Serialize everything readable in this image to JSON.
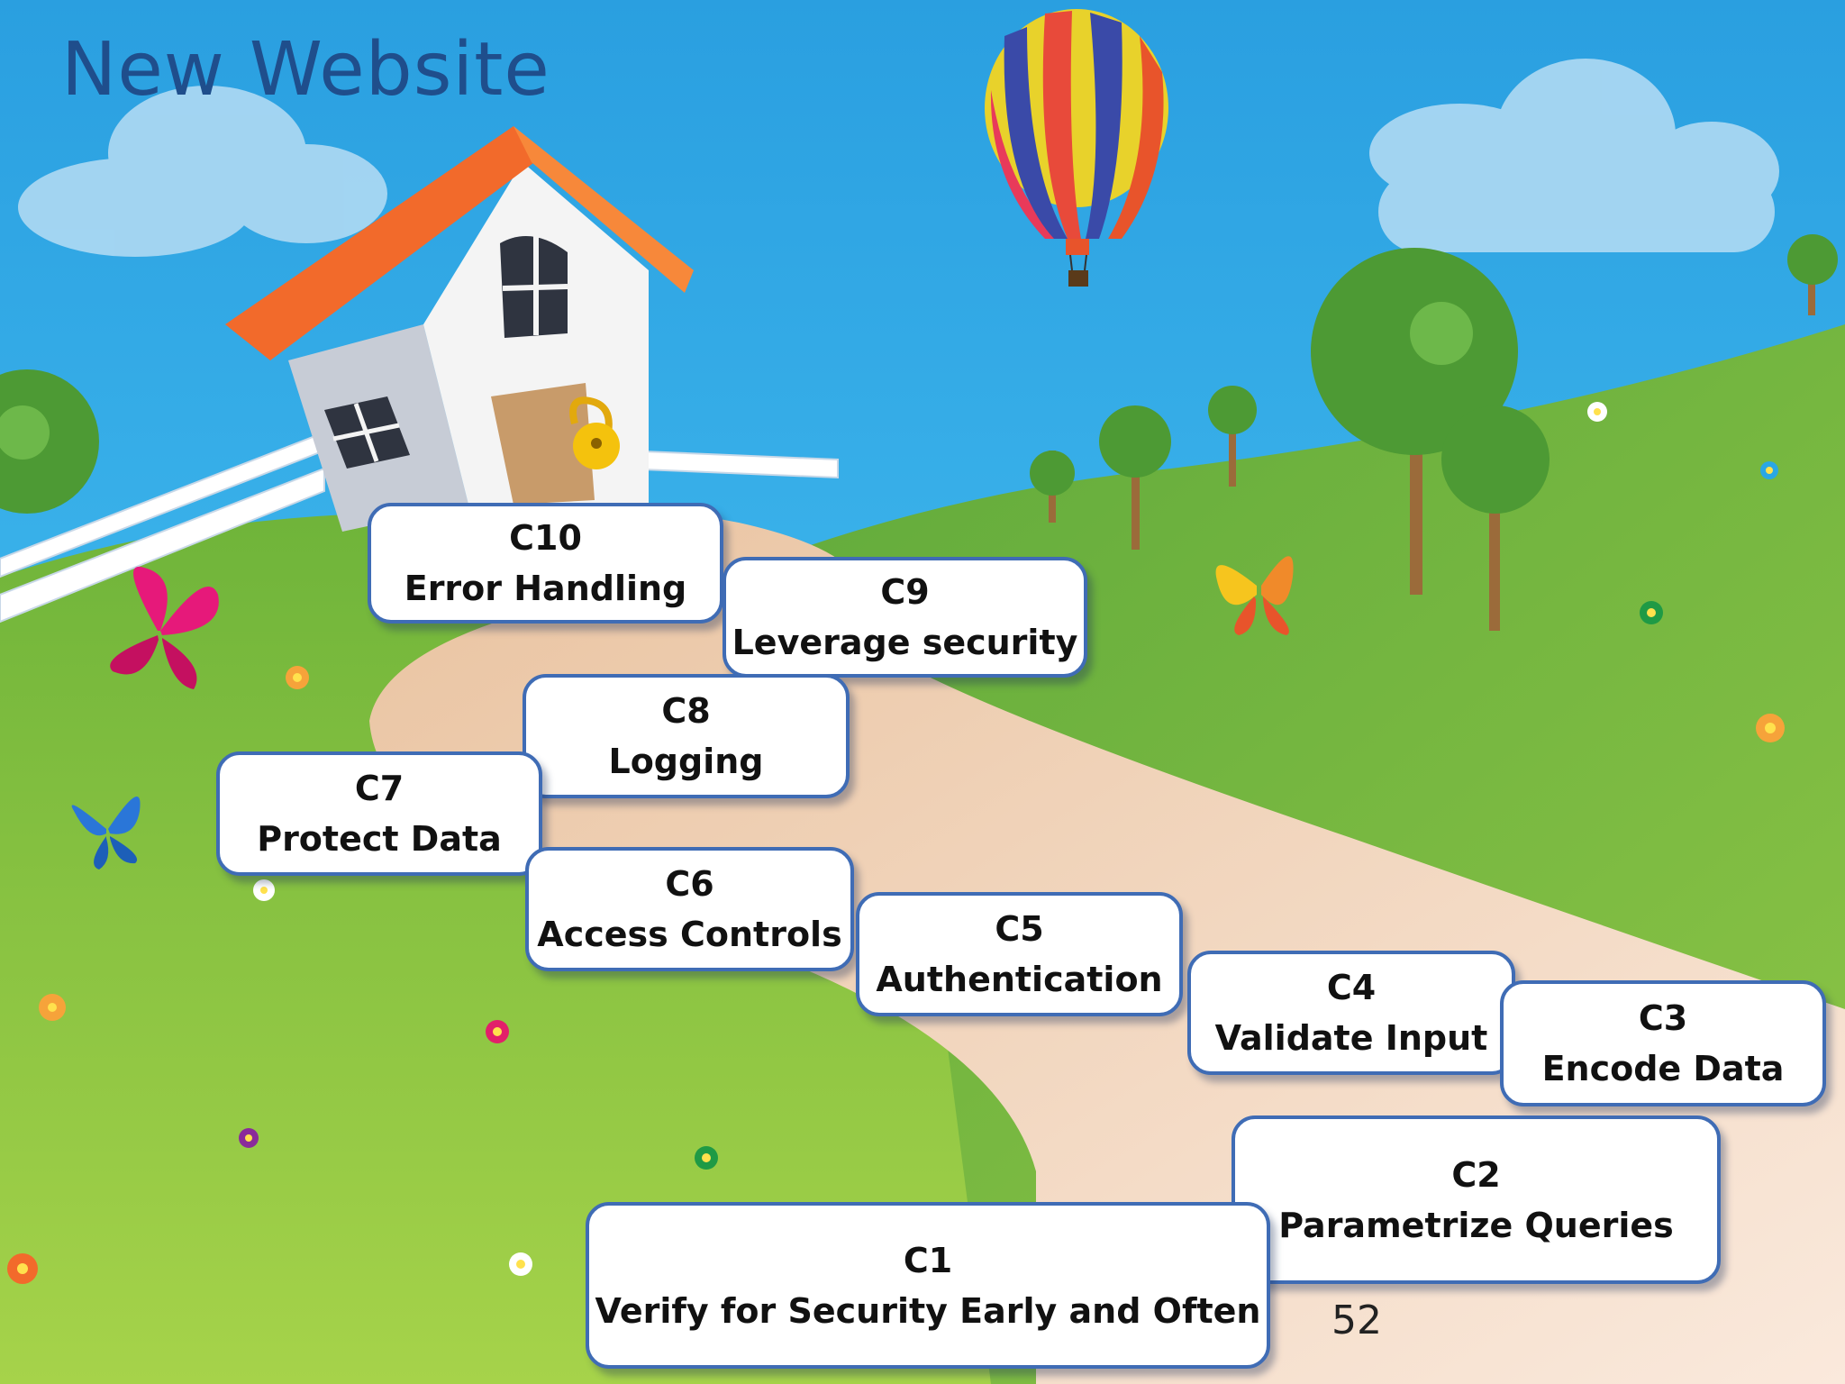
{
  "title": "New Website",
  "page_number": "52",
  "steps": [
    {
      "code": "C1",
      "label": "Verify for Security Early and Often"
    },
    {
      "code": "C2",
      "label": "Parametrize Queries"
    },
    {
      "code": "C3",
      "label": "Encode Data"
    },
    {
      "code": "C4",
      "label": "Validate Input"
    },
    {
      "code": "C5",
      "label": "Authentication"
    },
    {
      "code": "C6",
      "label": "Access Controls"
    },
    {
      "code": "C7",
      "label": "Protect Data"
    },
    {
      "code": "C8",
      "label": "Logging"
    },
    {
      "code": "C9",
      "label": "Leverage security"
    },
    {
      "code": "C10",
      "label": "Error Handling"
    }
  ],
  "colors": {
    "sky": "#2aa7e4",
    "grass": "#7cbf3d",
    "path": "#f2d6bd",
    "roof": "#f26a2b",
    "title": "#1f4e8c",
    "box_border": "#3f6cb5"
  },
  "icons": [
    "cloud-icon",
    "hot-air-balloon-icon",
    "house-icon",
    "padlock-icon",
    "tree-icon",
    "butterfly-icon",
    "flower-icon",
    "fence-icon"
  ]
}
